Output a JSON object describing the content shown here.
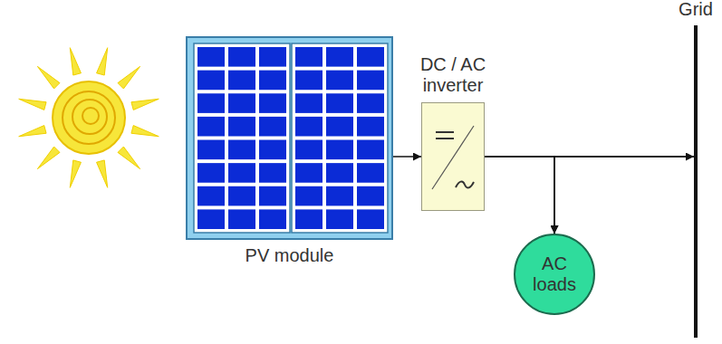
{
  "diagram": {
    "nodes": [
      {
        "text": [
          "PV module"
        ]
      },
      {
        "text": [
          "DC / AC inverter"
        ]
      },
      {
        "text": [
          "AC loads"
        ]
      },
      {
        "text": [
          "Grid"
        ]
      }
    ],
    "edges": [
      {
        "from": 0,
        "to": 1,
        "arrow": "to"
      },
      {
        "from": 1,
        "to": 2,
        "arrow": "to"
      },
      {
        "from": 1,
        "to": 3,
        "arrow": "to"
      },
      {
        "from": 3,
        "to": 2,
        "arrow": "to"
      }
    ]
  }
}
